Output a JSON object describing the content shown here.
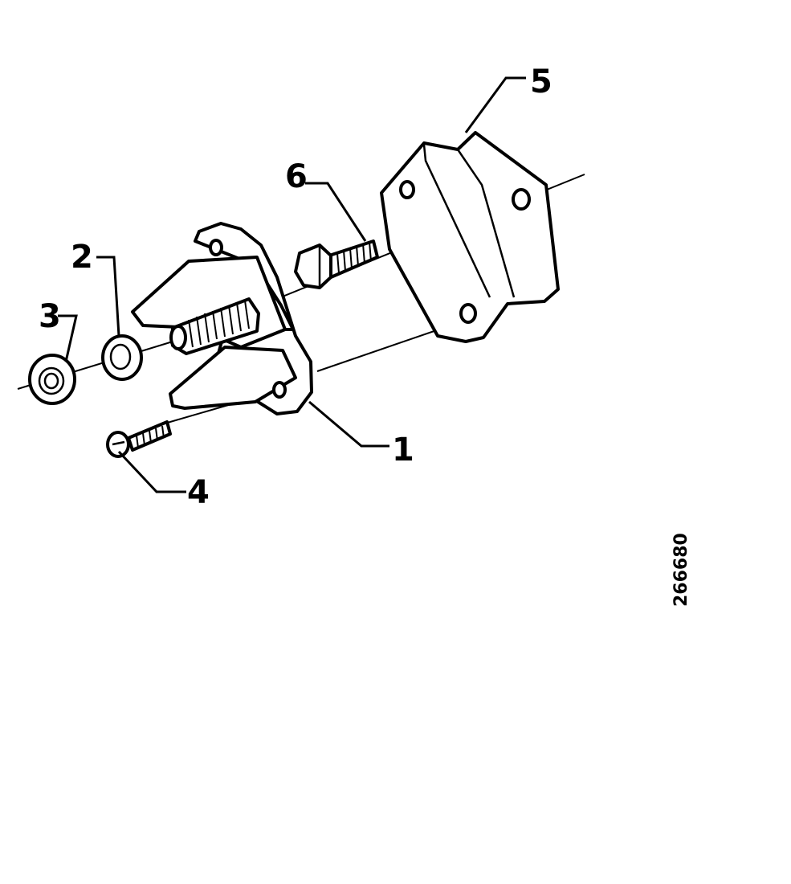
{
  "parts": [
    {
      "id": "1",
      "label": "1"
    },
    {
      "id": "2",
      "label": "2"
    },
    {
      "id": "3",
      "label": "3"
    },
    {
      "id": "4",
      "label": "4"
    },
    {
      "id": "5",
      "label": "5"
    },
    {
      "id": "6",
      "label": "6"
    }
  ],
  "reference_code": "266680"
}
